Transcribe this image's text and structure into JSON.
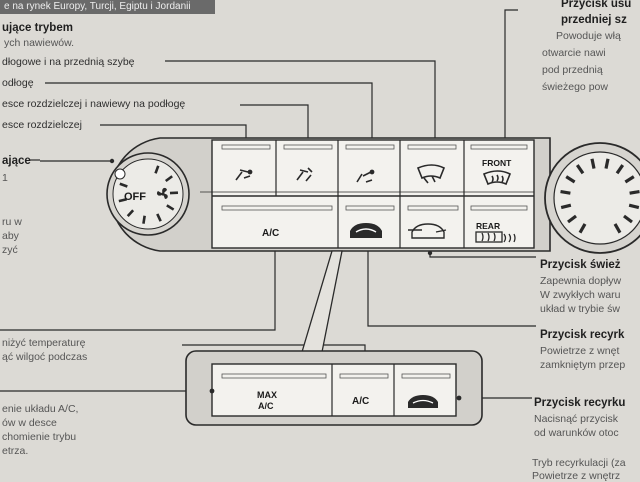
{
  "header": {
    "strip": "e na rynek Europy, Turcji, Egiptu i Jordanii"
  },
  "left_text": [
    "ujące trybem",
    "ych nawiewów.",
    "dłogowe i na przednią szybę",
    "odłogę",
    "esce rozdzielczej i nawiewy na podłogę",
    "esce rozdzielczej",
    "ające",
    "1",
    "ru w",
    "aby",
    "zyć",
    "niżyć temperaturę",
    "ąć wilgoć podczas",
    "enie układu A/C,",
    "ów w desce",
    "chomienie trybu",
    "etrza."
  ],
  "right_text": {
    "title1a": "Przycisk usu",
    "title1b": "przedniej sz",
    "desc1": [
      "Powoduje włą",
      "otwarcie nawi",
      "pod przednią",
      "świeżego pow"
    ],
    "title2": "Przycisk śwież",
    "desc2": [
      "Zapewnia dopływ",
      "W zwykłych waru",
      "układ w trybie św"
    ],
    "title3": "Przycisk recyrk",
    "desc3": [
      "Powietrze z wnęt",
      "zamkniętym przep"
    ],
    "title4": "Przycisk recyrku",
    "desc4": [
      "Nacisnąć przycisk",
      "od warunków otoc"
    ],
    "desc5": [
      "Tryb recyrkulacji (za",
      "Powietrze z wnętrz"
    ]
  },
  "panel": {
    "off_label": "OFF",
    "front_label": "FRONT",
    "ac_label": "A/C",
    "rear_label": "REAR"
  },
  "inset": {
    "max_line1": "MAX",
    "max_line2": "A/C",
    "ac_label": "A/C"
  }
}
